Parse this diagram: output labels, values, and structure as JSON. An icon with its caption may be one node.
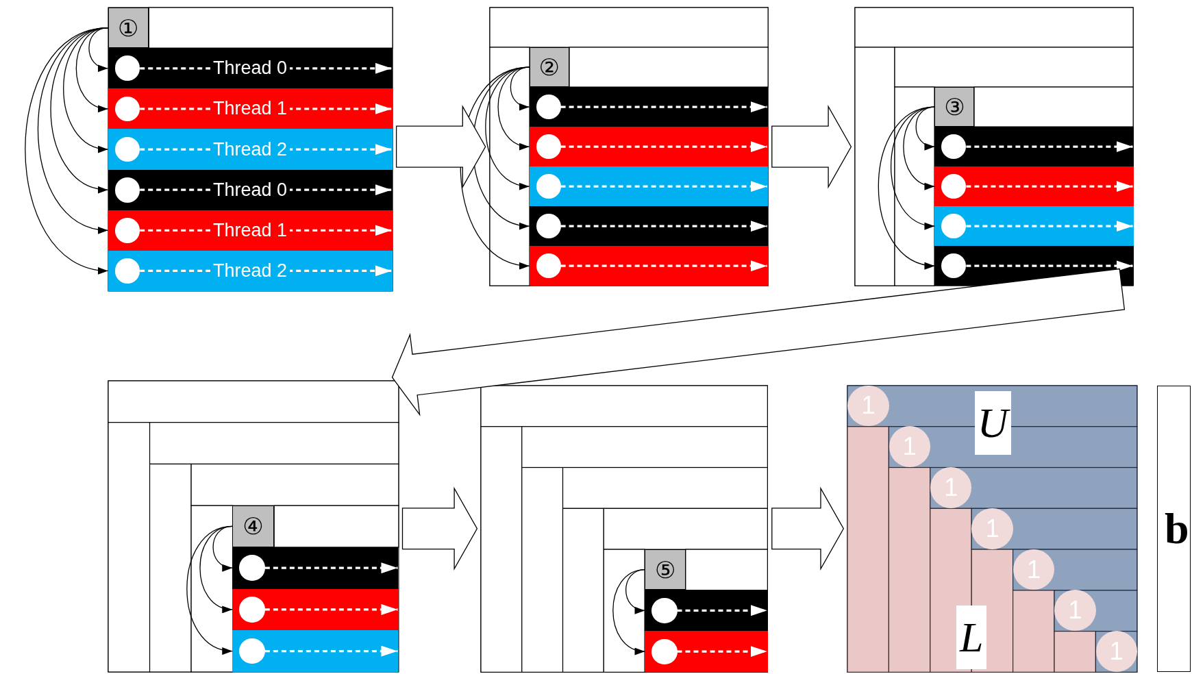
{
  "diagram": {
    "nodes": [
      {
        "text": [],
        "shape": "box"
      },
      {
        "text": [
          "①"
        ],
        "in": 0
      },
      {
        "text": [
          "Thread 0"
        ],
        "in": 0
      },
      {
        "text": [],
        "shape": "circle",
        "in": 2
      },
      {
        "text": [
          "Thread 1"
        ],
        "in": 0
      },
      {
        "text": [],
        "shape": "circle",
        "in": 4
      },
      {
        "text": [
          "Thread 2"
        ],
        "in": 0
      },
      {
        "text": [],
        "shape": "circle",
        "in": 6
      },
      {
        "text": [
          "Thread 0"
        ],
        "in": 0
      },
      {
        "text": [],
        "shape": "circle",
        "in": 8
      },
      {
        "text": [
          "Thread 1"
        ],
        "in": 0
      },
      {
        "text": [],
        "shape": "circle",
        "in": 10
      },
      {
        "text": [
          "Thread 2"
        ],
        "in": 0
      },
      {
        "text": [],
        "shape": "circle",
        "in": 12
      },
      {
        "text": [],
        "shape": "box"
      },
      {
        "text": [
          "②"
        ],
        "in": 14
      },
      {
        "text": [],
        "shape": "bar",
        "in": 14
      },
      {
        "text": [],
        "shape": "circle",
        "in": 16
      },
      {
        "text": [],
        "shape": "bar",
        "in": 14
      },
      {
        "text": [],
        "shape": "circle",
        "in": 18
      },
      {
        "text": [],
        "shape": "bar",
        "in": 14
      },
      {
        "text": [],
        "shape": "circle",
        "in": 20
      },
      {
        "text": [],
        "shape": "bar",
        "in": 14
      },
      {
        "text": [],
        "shape": "circle",
        "in": 22
      },
      {
        "text": [],
        "shape": "bar",
        "in": 14
      },
      {
        "text": [],
        "shape": "circle",
        "in": 24
      },
      {
        "text": [],
        "shape": "box"
      },
      {
        "text": [
          "③"
        ],
        "in": 26
      },
      {
        "text": [],
        "shape": "bar",
        "in": 26
      },
      {
        "text": [],
        "shape": "circle",
        "in": 28
      },
      {
        "text": [],
        "shape": "bar",
        "in": 26
      },
      {
        "text": [],
        "shape": "circle",
        "in": 30
      },
      {
        "text": [],
        "shape": "bar",
        "in": 26
      },
      {
        "text": [],
        "shape": "circle",
        "in": 32
      },
      {
        "text": [],
        "shape": "bar",
        "in": 26
      },
      {
        "text": [],
        "shape": "circle",
        "in": 34
      },
      {
        "text": [],
        "shape": "box"
      },
      {
        "text": [
          "④"
        ],
        "in": 36
      },
      {
        "text": [],
        "shape": "bar",
        "in": 36
      },
      {
        "text": [],
        "shape": "circle",
        "in": 38
      },
      {
        "text": [],
        "shape": "bar",
        "in": 36
      },
      {
        "text": [],
        "shape": "circle",
        "in": 40
      },
      {
        "text": [],
        "shape": "bar",
        "in": 36
      },
      {
        "text": [],
        "shape": "circle",
        "in": 42
      },
      {
        "text": [],
        "shape": "box"
      },
      {
        "text": [
          "⑤"
        ],
        "in": 44
      },
      {
        "text": [],
        "shape": "bar",
        "in": 44
      },
      {
        "text": [],
        "shape": "circle",
        "in": 46
      },
      {
        "text": [],
        "shape": "bar",
        "in": 44
      },
      {
        "text": [],
        "shape": "circle",
        "in": 48
      },
      {
        "text": [],
        "shape": "box"
      },
      {
        "text": [
          "1"
        ],
        "in": 50
      },
      {
        "text": [
          "U"
        ],
        "in": 50
      },
      {
        "text": [
          "1"
        ],
        "in": 50
      },
      {
        "text": [
          "1"
        ],
        "in": 50
      },
      {
        "text": [
          "1"
        ],
        "in": 50
      },
      {
        "text": [
          "1"
        ],
        "in": 50
      },
      {
        "text": [
          "1"
        ],
        "in": 50
      },
      {
        "text": [
          "L"
        ],
        "in": 50
      },
      {
        "text": [
          "1"
        ],
        "in": 50
      },
      {
        "text": [
          "b"
        ]
      }
    ],
    "edges": [
      {
        "from": 1,
        "to": 2,
        "arrow": "to"
      },
      {
        "from": 1,
        "to": 4,
        "arrow": "to"
      },
      {
        "from": 1,
        "to": 6,
        "arrow": "to"
      },
      {
        "from": 1,
        "to": 8,
        "arrow": "to"
      },
      {
        "from": 1,
        "to": 10,
        "arrow": "to"
      },
      {
        "from": 1,
        "to": 12,
        "arrow": "to"
      },
      {
        "from": 3,
        "to": 2,
        "arrow": "to",
        "style": "dashed",
        "color": "#ffffff"
      },
      {
        "from": 5,
        "to": 4,
        "arrow": "to",
        "style": "dashed",
        "color": "#ffffff"
      },
      {
        "from": 7,
        "to": 6,
        "arrow": "to",
        "style": "dashed",
        "color": "#ffffff"
      },
      {
        "from": 9,
        "to": 8,
        "arrow": "to",
        "style": "dashed",
        "color": "#ffffff"
      },
      {
        "from": 11,
        "to": 10,
        "arrow": "to",
        "style": "dashed",
        "color": "#ffffff"
      },
      {
        "from": 13,
        "to": 12,
        "arrow": "to",
        "style": "dashed",
        "color": "#ffffff"
      },
      {
        "from": 15,
        "to": 16,
        "arrow": "to"
      },
      {
        "from": 15,
        "to": 18,
        "arrow": "to"
      },
      {
        "from": 15,
        "to": 20,
        "arrow": "to"
      },
      {
        "from": 15,
        "to": 22,
        "arrow": "to"
      },
      {
        "from": 15,
        "to": 24,
        "arrow": "to"
      },
      {
        "from": 17,
        "to": 16,
        "arrow": "to",
        "style": "dashed",
        "color": "#ffffff"
      },
      {
        "from": 19,
        "to": 18,
        "arrow": "to",
        "style": "dashed",
        "color": "#ffffff"
      },
      {
        "from": 21,
        "to": 20,
        "arrow": "to",
        "style": "dashed",
        "color": "#ffffff"
      },
      {
        "from": 23,
        "to": 22,
        "arrow": "to",
        "style": "dashed",
        "color": "#ffffff"
      },
      {
        "from": 25,
        "to": 24,
        "arrow": "to",
        "style": "dashed",
        "color": "#ffffff"
      },
      {
        "from": 27,
        "to": 28,
        "arrow": "to"
      },
      {
        "from": 27,
        "to": 30,
        "arrow": "to"
      },
      {
        "from": 27,
        "to": 32,
        "arrow": "to"
      },
      {
        "from": 27,
        "to": 34,
        "arrow": "to"
      },
      {
        "from": 29,
        "to": 28,
        "arrow": "to",
        "style": "dashed",
        "color": "#ffffff"
      },
      {
        "from": 31,
        "to": 30,
        "arrow": "to",
        "style": "dashed",
        "color": "#ffffff"
      },
      {
        "from": 33,
        "to": 32,
        "arrow": "to",
        "style": "dashed",
        "color": "#ffffff"
      },
      {
        "from": 35,
        "to": 34,
        "arrow": "to",
        "style": "dashed",
        "color": "#ffffff"
      },
      {
        "from": 37,
        "to": 38,
        "arrow": "to"
      },
      {
        "from": 37,
        "to": 40,
        "arrow": "to"
      },
      {
        "from": 37,
        "to": 42,
        "arrow": "to"
      },
      {
        "from": 39,
        "to": 38,
        "arrow": "to",
        "style": "dashed",
        "color": "#ffffff"
      },
      {
        "from": 41,
        "to": 40,
        "arrow": "to",
        "style": "dashed",
        "color": "#ffffff"
      },
      {
        "from": 43,
        "to": 42,
        "arrow": "to",
        "style": "dashed",
        "color": "#ffffff"
      },
      {
        "from": 45,
        "to": 46,
        "arrow": "to"
      },
      {
        "from": 45,
        "to": 48,
        "arrow": "to"
      },
      {
        "from": 47,
        "to": 46,
        "arrow": "to",
        "style": "dashed",
        "color": "#ffffff"
      },
      {
        "from": 49,
        "to": 48,
        "arrow": "to",
        "style": "dashed",
        "color": "#ffffff"
      },
      {
        "from": 0,
        "to": 14,
        "arrow": "to",
        "style": "thick"
      },
      {
        "from": 14,
        "to": 26,
        "arrow": "to",
        "style": "thick"
      },
      {
        "from": 26,
        "to": 36,
        "arrow": "to",
        "style": "thick"
      },
      {
        "from": 36,
        "to": 44,
        "arrow": "to",
        "style": "thick"
      },
      {
        "from": 44,
        "to": 50,
        "arrow": "to",
        "style": "thick"
      }
    ]
  }
}
